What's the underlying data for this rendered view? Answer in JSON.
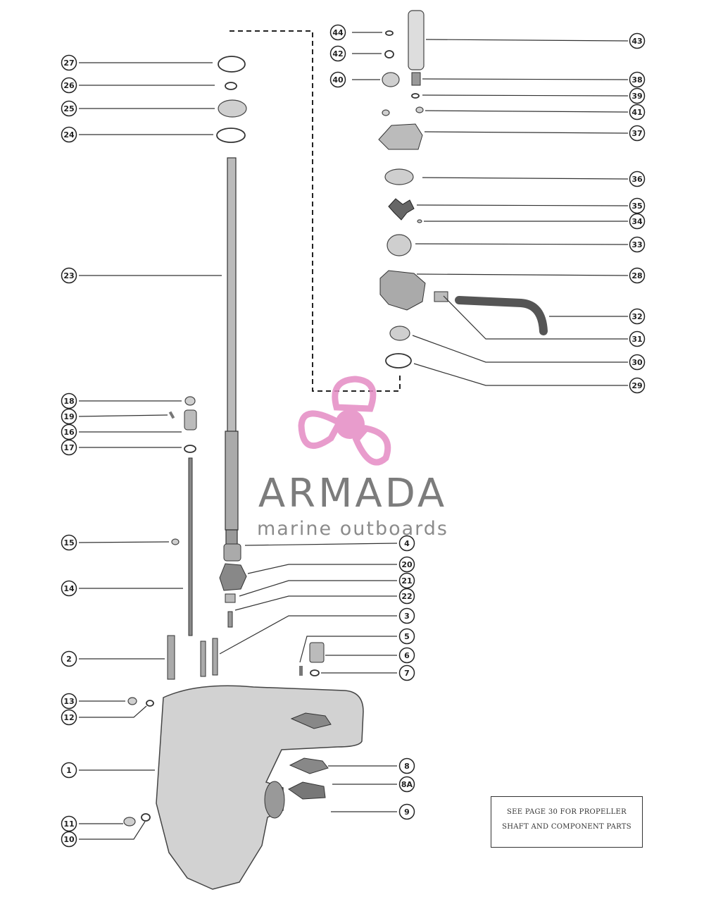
{
  "callouts": [
    {
      "label": "44"
    },
    {
      "label": "42"
    },
    {
      "label": "40"
    },
    {
      "label": "43"
    },
    {
      "label": "38"
    },
    {
      "label": "39"
    },
    {
      "label": "41"
    },
    {
      "label": "37"
    },
    {
      "label": "36"
    },
    {
      "label": "35"
    },
    {
      "label": "34"
    },
    {
      "label": "33"
    },
    {
      "label": "28"
    },
    {
      "label": "32"
    },
    {
      "label": "31"
    },
    {
      "label": "30"
    },
    {
      "label": "29"
    },
    {
      "label": "27"
    },
    {
      "label": "26"
    },
    {
      "label": "25"
    },
    {
      "label": "24"
    },
    {
      "label": "23"
    },
    {
      "label": "18"
    },
    {
      "label": "19"
    },
    {
      "label": "16"
    },
    {
      "label": "17"
    },
    {
      "label": "15"
    },
    {
      "label": "14"
    },
    {
      "label": "2"
    },
    {
      "label": "13"
    },
    {
      "label": "12"
    },
    {
      "label": "1"
    },
    {
      "label": "11"
    },
    {
      "label": "10"
    },
    {
      "label": "4"
    },
    {
      "label": "20"
    },
    {
      "label": "21"
    },
    {
      "label": "22"
    },
    {
      "label": "3"
    },
    {
      "label": "5"
    },
    {
      "label": "6"
    },
    {
      "label": "7"
    },
    {
      "label": "8"
    },
    {
      "label": "8A"
    },
    {
      "label": "9"
    }
  ],
  "note": {
    "line1": "SEE PAGE 30 FOR PROPELLER",
    "line2": "SHAFT AND COMPONENT PARTS"
  },
  "watermark": {
    "name": "ARMADA",
    "tagline": "marine outboards",
    "primary_color": "#e58bc4",
    "text_color": "#666666"
  }
}
